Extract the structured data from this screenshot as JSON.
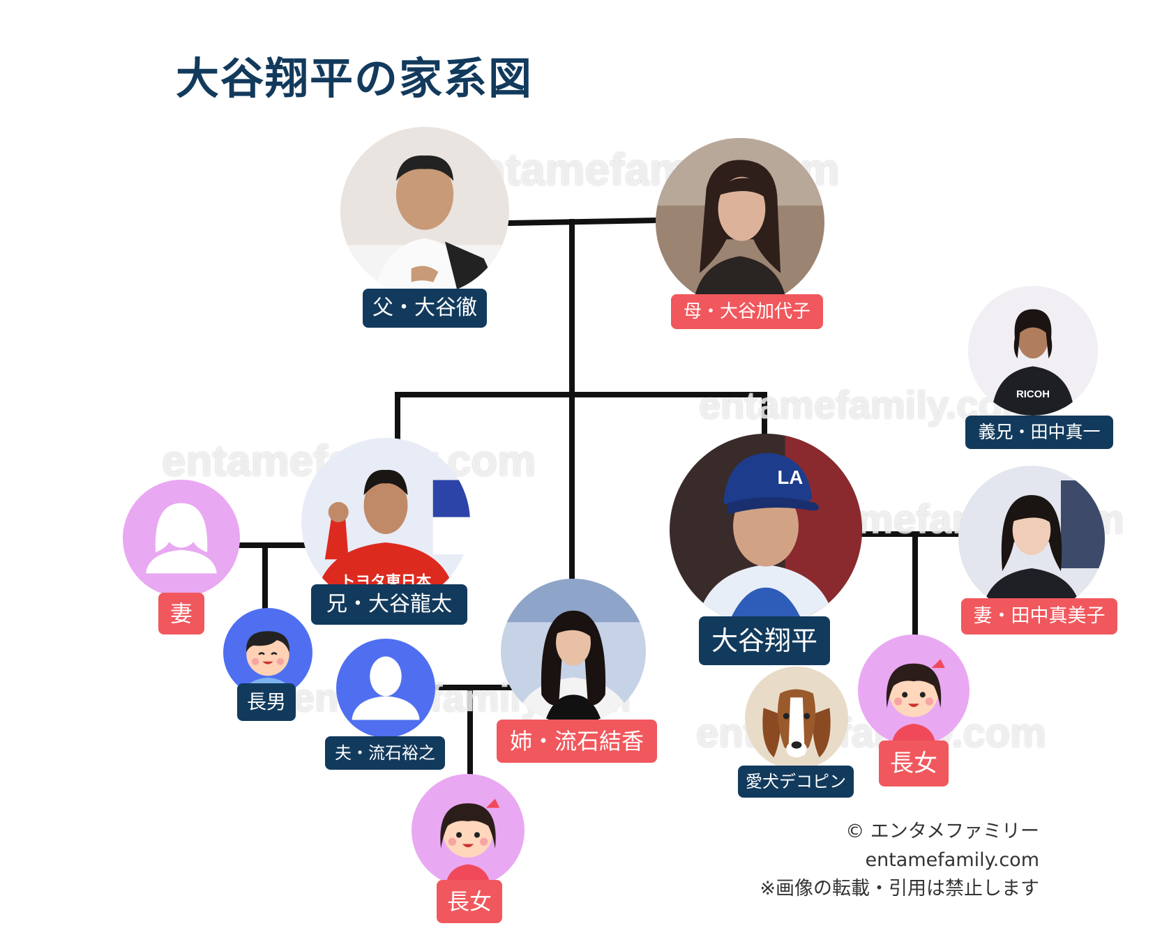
{
  "title": "大谷翔平の家系図",
  "colors": {
    "navy": "#123a5c",
    "coral": "#f0585d",
    "pink": "#e9a8f2",
    "blue": "#4f6ff0",
    "line": "#111111"
  },
  "members": {
    "father": {
      "label": "父・大谷徹",
      "style": "navy",
      "icon": "father-photo"
    },
    "mother": {
      "label": "母・大谷加代子",
      "style": "coral",
      "icon": "mother-photo"
    },
    "brother_in_law": {
      "label": "義兄・田中真一",
      "style": "navy",
      "icon": "rugby-player-photo"
    },
    "brother": {
      "label": "兄・大谷龍太",
      "style": "navy",
      "icon": "brother-photo"
    },
    "brother_wife": {
      "label": "妻",
      "style": "coral",
      "icon": "female-silhouette-icon"
    },
    "brother_son": {
      "label": "長男",
      "style": "navy",
      "icon": "boy-icon"
    },
    "sister": {
      "label": "姉・流石結香",
      "style": "coral",
      "icon": "sister-photo"
    },
    "sister_husband": {
      "label": "夫・流石裕之",
      "style": "navy",
      "icon": "male-silhouette-icon"
    },
    "sister_daughter": {
      "label": "長女",
      "style": "coral",
      "icon": "girl-icon"
    },
    "shohei": {
      "label": "大谷翔平",
      "style": "navy",
      "icon": "shohei-photo"
    },
    "shohei_wife": {
      "label": "妻・田中真美子",
      "style": "coral",
      "icon": "wife-photo"
    },
    "shohei_daughter": {
      "label": "長女",
      "style": "coral",
      "icon": "girl-icon"
    },
    "dog": {
      "label": "愛犬デコピン",
      "style": "navy",
      "icon": "dog-photo"
    }
  },
  "watermark": "entamefamily.com",
  "credit": {
    "line1": "© エンタメファミリー",
    "line2": "entamefamily.com",
    "line3": "※画像の転載・引用は禁止します"
  }
}
